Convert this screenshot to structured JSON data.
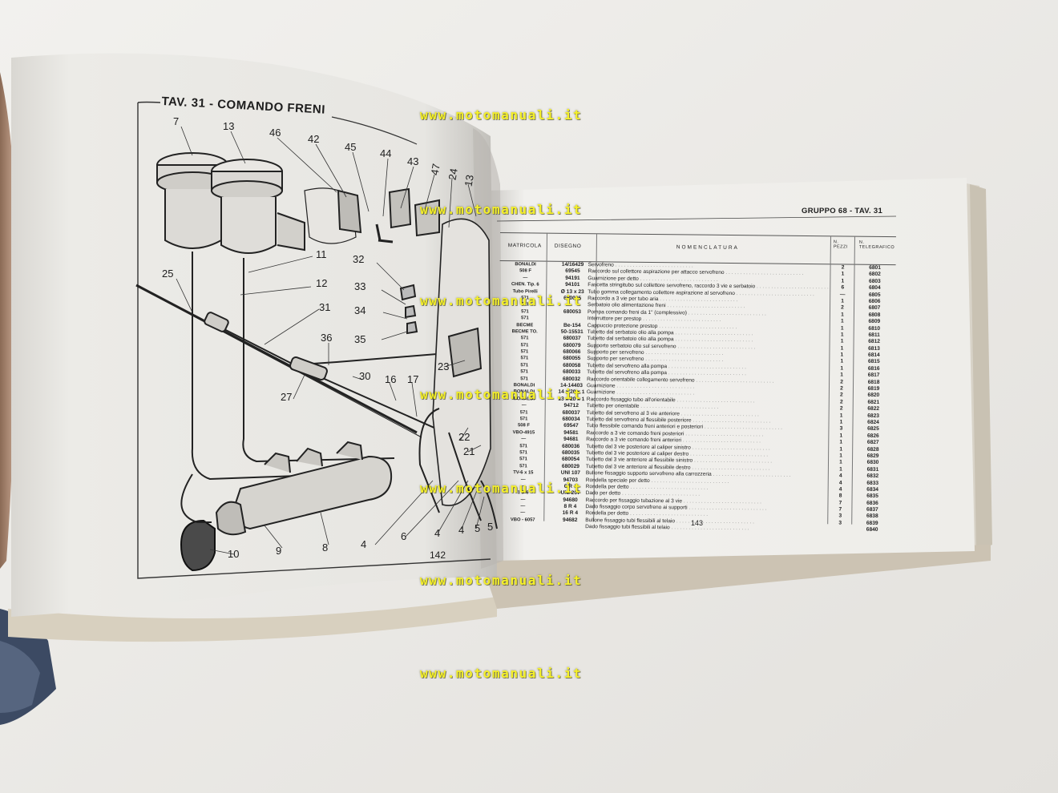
{
  "left_page": {
    "title": "TAV. 31 - COMANDO FRENI",
    "page_number": "142",
    "callouts": [
      "7",
      "13",
      "46",
      "42",
      "45",
      "44",
      "43",
      "47",
      "24",
      "13",
      "11",
      "12",
      "25",
      "31",
      "32",
      "33",
      "34",
      "35",
      "36",
      "23",
      "27",
      "30",
      "16",
      "17",
      "22",
      "21",
      "4",
      "6",
      "4",
      "4",
      "5",
      "5",
      "8",
      "9",
      "10"
    ]
  },
  "right_page": {
    "header": "GRUPPO 68 - TAV. 31",
    "page_number": "143",
    "columns": {
      "matricola": "MATRICOLA",
      "disegno": "DISEGNO",
      "nomenclatura": "NOMENCLATURA",
      "pezzi": "N. PEZZI",
      "telegrafico": "N. TELEGRAFICO"
    },
    "rows": [
      {
        "m": "BONALDI",
        "d": "14/16429",
        "n": "Servofreno",
        "p": "2",
        "t": "6801"
      },
      {
        "m": "508 F",
        "d": "69545",
        "n": "Raccordo sul collettore aspirazione per attacco servofreno",
        "p": "1",
        "t": "6802"
      },
      {
        "m": "—",
        "d": "94191",
        "n": "Guarnizione per detto",
        "p": "1",
        "t": "6803"
      },
      {
        "m": "CHEN. Tip. 6",
        "d": "94101",
        "n": "Fascetta stringitubo sul collettore servofreno, raccordo 3 vie e serbatoio",
        "p": "6",
        "t": "6804"
      },
      {
        "m": "Tubo Pirelli",
        "d": "Ø 13 x 23",
        "n": "Tubo gomma collegamento collettore aspirazione al servofreno",
        "p": "—",
        "t": "6805"
      },
      {
        "m": "571",
        "d": "680025",
        "n": "Raccordo a 3 vie per tubo aria",
        "p": "1",
        "t": "6806"
      },
      {
        "m": "571",
        "d": "",
        "n": "Serbatoio olio alimentazione freni",
        "p": "2",
        "t": "6807"
      },
      {
        "m": "571",
        "d": "680053",
        "n": "Pompa comando freni da 1\" (complessivo)",
        "p": "1",
        "t": "6808"
      },
      {
        "m": "571",
        "d": "",
        "n": "Interruttore per prestop",
        "p": "1",
        "t": "6809"
      },
      {
        "m": "BECME",
        "d": "Be-154",
        "n": "Cappuccio protezione prestop",
        "p": "1",
        "t": "6810"
      },
      {
        "m": "BECME TO.",
        "d": "50-15531",
        "n": "Tubetto dal serbatoio olio alla pompa",
        "p": "1",
        "t": "6811"
      },
      {
        "m": "571",
        "d": "680037",
        "n": "Tubetto dal serbatoio olio alla pompa",
        "p": "1",
        "t": "6812"
      },
      {
        "m": "571",
        "d": "680079",
        "n": "Supporto serbatoio olio sul servofreno",
        "p": "1",
        "t": "6813"
      },
      {
        "m": "571",
        "d": "680066",
        "n": "Supporto per servofreno",
        "p": "1",
        "t": "6814"
      },
      {
        "m": "571",
        "d": "680055",
        "n": "Supporto per servofreno",
        "p": "1",
        "t": "6815"
      },
      {
        "m": "571",
        "d": "680058",
        "n": "Tubetto dal servofreno alla pompa",
        "p": "1",
        "t": "6816"
      },
      {
        "m": "571",
        "d": "680033",
        "n": "Tubetto dal servofreno alla pompa",
        "p": "1",
        "t": "6817"
      },
      {
        "m": "571",
        "d": "680032",
        "n": "Raccordo orientabile collegamento servofreno",
        "p": "2",
        "t": "6818"
      },
      {
        "m": "BONALDI",
        "d": "14-14403",
        "n": "Guarnizione",
        "p": "2",
        "t": "6819"
      },
      {
        "m": "BONALDI",
        "d": "14 x 20 x 1",
        "n": "Guarnizione",
        "p": "2",
        "t": "6820"
      },
      {
        "m": "BONALDI",
        "d": "13 x 20 x 1",
        "n": "Raccordo fissaggio tubo all'orientabile",
        "p": "2",
        "t": "6821"
      },
      {
        "m": "—",
        "d": "94712",
        "n": "Tubetto per orientabile",
        "p": "2",
        "t": "6822"
      },
      {
        "m": "571",
        "d": "680037",
        "n": "Tubetto dal servofreno al 3 vie anteriore",
        "p": "1",
        "t": "6823"
      },
      {
        "m": "571",
        "d": "680034",
        "n": "Tubetto dal servofreno al flessibile posteriore",
        "p": "1",
        "t": "6824"
      },
      {
        "m": "508 F",
        "d": "69547",
        "n": "Tubo flessibile comando freni anteriori e posteriori",
        "p": "3",
        "t": "6825"
      },
      {
        "m": "VBO-4915",
        "d": "94581",
        "n": "Raccordo a 3 vie comando freni posteriori",
        "p": "1",
        "t": "6826"
      },
      {
        "m": "—",
        "d": "94681",
        "n": "Raccordo a 3 vie comando freni anteriori",
        "p": "1",
        "t": "6827"
      },
      {
        "m": "571",
        "d": "680036",
        "n": "Tubetto dal 3 vie posteriore al caliper sinistro",
        "p": "1",
        "t": "6828"
      },
      {
        "m": "571",
        "d": "680035",
        "n": "Tubetto dal 3 vie posteriore al caliper destro",
        "p": "1",
        "t": "6829"
      },
      {
        "m": "571",
        "d": "680054",
        "n": "Tubetto dal 3 vie anteriore al flessibile sinistro",
        "p": "1",
        "t": "6830"
      },
      {
        "m": "571",
        "d": "680029",
        "n": "Tubetto dal 3 vie anteriore al flessibile destro",
        "p": "1",
        "t": "6831"
      },
      {
        "m": "TV-6 x 15",
        "d": "UNI 107",
        "n": "Bullone fissaggio supporto servofreno alla carrozzeria",
        "p": "4",
        "t": "6832"
      },
      {
        "m": "—",
        "d": "94703",
        "n": "Rondella speciale per detto",
        "p": "4",
        "t": "6833"
      },
      {
        "m": "—",
        "d": "6 R 4",
        "n": "Rondella per detto",
        "p": "4",
        "t": "6834"
      },
      {
        "m": "1 D 6",
        "d": "UNI 207",
        "n": "Dado per detto",
        "p": "8",
        "t": "6835"
      },
      {
        "m": "—",
        "d": "94680",
        "n": "Raccordo per fissaggio tubazione al 3 vie",
        "p": "7",
        "t": "6836"
      },
      {
        "m": "—",
        "d": "8 R 4",
        "n": "Dado fissaggio corpo servofreno ai supporti",
        "p": "7",
        "t": "6837"
      },
      {
        "m": "—",
        "d": "16 R 4",
        "n": "Rondella per detto",
        "p": "3",
        "t": "6838"
      },
      {
        "m": "VBO - 6057",
        "d": "94682",
        "n": "Bullone fissaggio tubi flessibili al telaio",
        "p": "3",
        "t": "6839"
      },
      {
        "m": "",
        "d": "",
        "n": "Dado fissaggio tubi flessibili al telaio",
        "p": "",
        "t": "6840"
      }
    ]
  },
  "watermarks": [
    "www.motomanuali.it",
    "www.motomanuali.it",
    "www.motomanuali.it",
    "www.motomanuali.it",
    "www.motomanuali.it",
    "www.motomanuali.it",
    "www.motomanuali.it"
  ]
}
